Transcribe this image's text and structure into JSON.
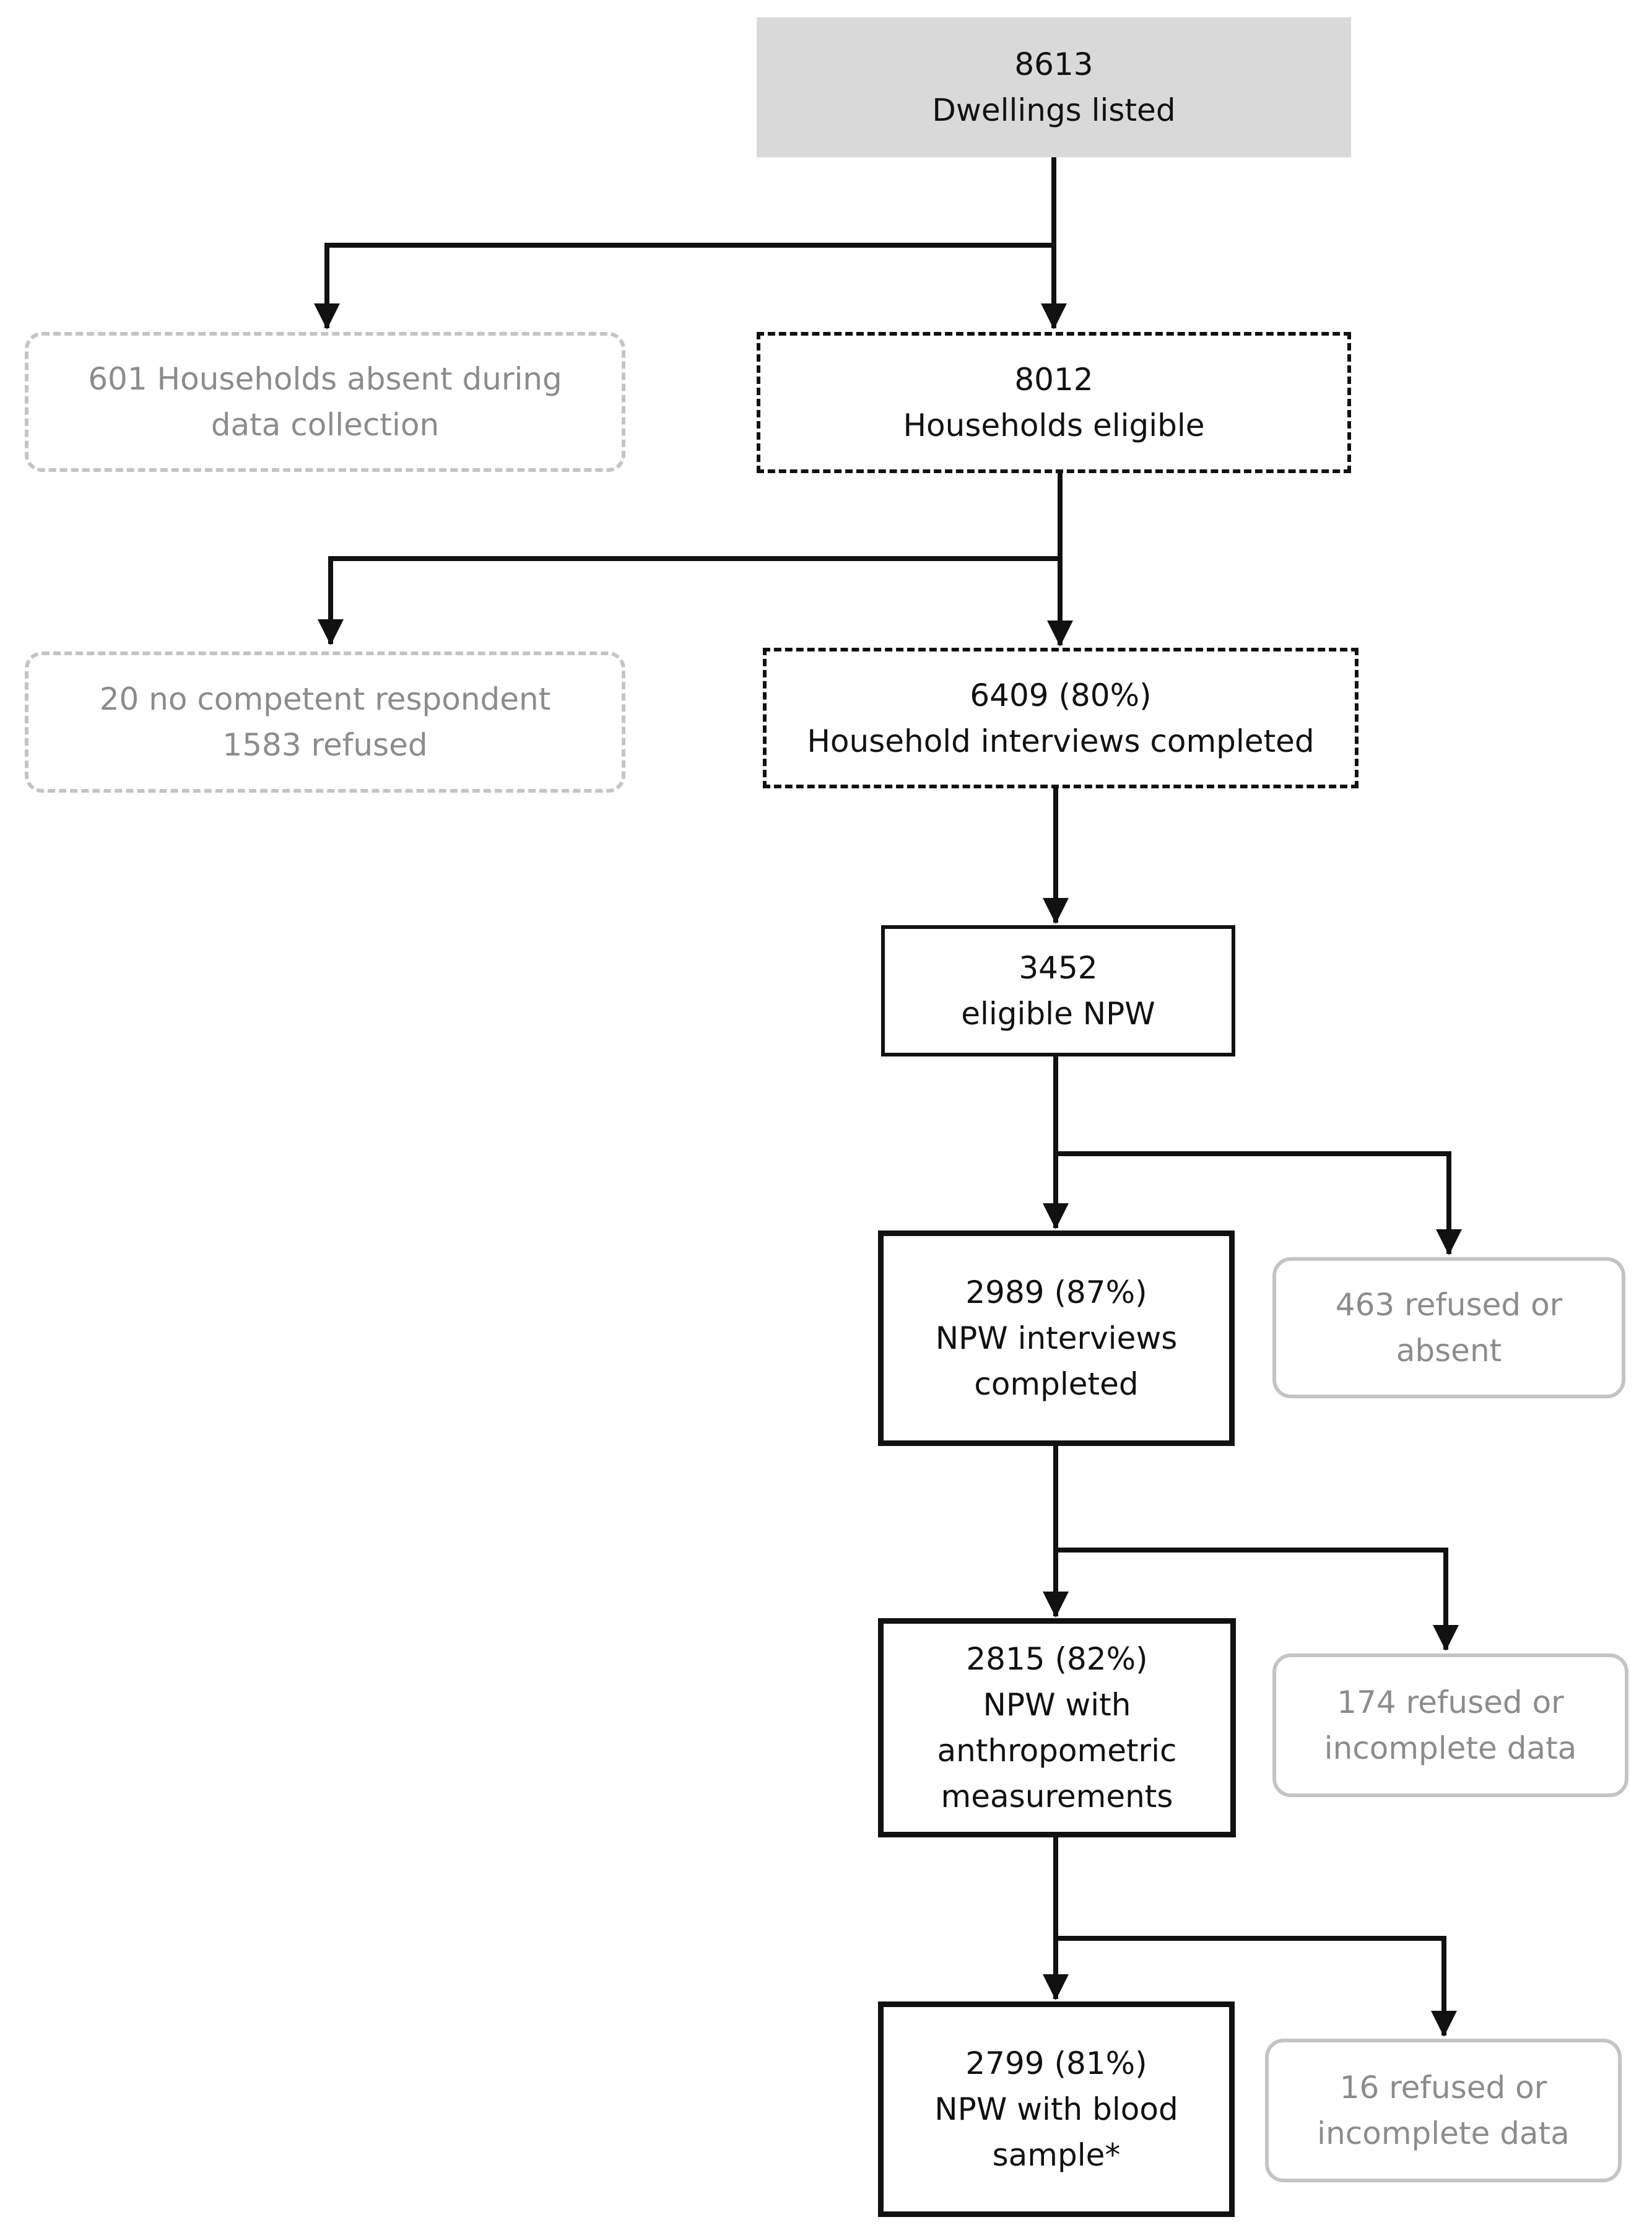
{
  "colors": {
    "text": "#111111",
    "muted_text": "#8c8c8c",
    "muted_border": "#c4c4c4",
    "header_fill": "#d9d9d9",
    "arrow": "#111111"
  },
  "nodes": {
    "dwellings": {
      "value": "8613",
      "label": "Dwellings listed"
    },
    "absent": {
      "line1": "601 Households absent during",
      "line2": "data collection"
    },
    "eligible_households": {
      "value": "8012",
      "label": "Households eligible"
    },
    "nonresponse": {
      "line1": "20 no competent respondent",
      "line2": "1583 refused"
    },
    "interviews_completed": {
      "value": "6409 (80%)",
      "label": "Household interviews completed"
    },
    "eligible_npw": {
      "value": "3452",
      "label": "eligible NPW"
    },
    "npw_interviews": {
      "value": "2989 (87%)",
      "line1": "NPW interviews",
      "line2": "completed"
    },
    "npw_refused": {
      "line1": "463 refused or",
      "line2": "absent"
    },
    "npw_anthro": {
      "value": "2815 (82%)",
      "line1": "NPW with",
      "line2": "anthropometric",
      "line3": "measurements"
    },
    "anthro_refused": {
      "line1": "174 refused or",
      "line2": "incomplete data"
    },
    "npw_blood": {
      "value": "2799 (81%)",
      "line1": "NPW with blood",
      "line2": "sample*"
    },
    "blood_refused": {
      "line1": "16 refused or",
      "line2": "incomplete data"
    }
  }
}
